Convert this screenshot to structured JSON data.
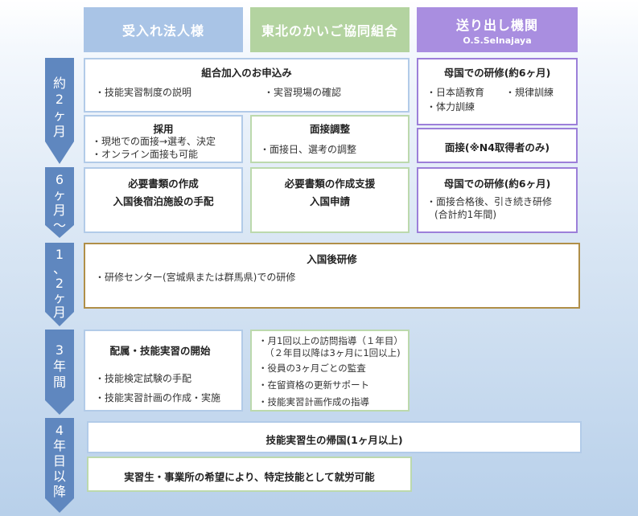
{
  "headers": {
    "receiver": "受入れ法人様",
    "union": "東北のかいご協同組合",
    "sender_title": "送り出し機関",
    "sender_sub": "O.S.Selnajaya"
  },
  "periods": [
    {
      "chars": [
        "約",
        "2",
        "ヶ",
        "月"
      ]
    },
    {
      "chars": [
        "6",
        "ヶ",
        "月",
        "〜"
      ]
    },
    {
      "chars": [
        "1",
        "、",
        "2",
        "ヶ",
        "月"
      ]
    },
    {
      "chars": [
        "3",
        "年",
        "間"
      ]
    },
    {
      "chars": [
        "4",
        "年",
        "目",
        "以",
        "降"
      ]
    }
  ],
  "row1": {
    "union_apply": {
      "title": "組合加入のお申込み",
      "item1": "・技能実習制度の説明",
      "item2": "・実習現場の確認"
    },
    "home_training": {
      "title": "母国での研修(約6ヶ月)",
      "item1": "・日本語教育",
      "item2": "・規律訓練",
      "item3": "・体力訓練"
    },
    "hiring": {
      "title": "採用",
      "item1": "・現地での面接→選考、決定",
      "item2": "・オンライン面接も可能"
    },
    "interview_adjust": {
      "title": "面接調整",
      "item1": "・面接日、選考の調整"
    },
    "interview": {
      "title": "面接(※N4取得者のみ)"
    }
  },
  "row2": {
    "docs": {
      "title": "必要書類の作成",
      "line2": "入国後宿泊施設の手配"
    },
    "docs_support": {
      "title": "必要書類の作成支援",
      "line2": "入国申請"
    },
    "home_training2": {
      "title": "母国での研修(約6ヶ月)",
      "item1": "・面接合格後、引き続き研修",
      "item2": "(合計約1年間)"
    }
  },
  "row3": {
    "post_entry": {
      "title": "入国後研修",
      "item1": "・研修センター(宮城県または群馬県)での研修"
    }
  },
  "row4": {
    "assignment": {
      "title": "配属・技能実習の開始",
      "item1": "・技能検定試験の手配",
      "item2": "・技能実習計画の作成・実施"
    },
    "guidance": {
      "item1a": "・月1回以上の訪問指導（１年目）",
      "item1b": "（２年目以降は3ヶ月に1回以上)",
      "item2": "・役員の3ヶ月ごとの監査",
      "item3": "・在留資格の更新サポート",
      "item4": "・技能実習計画作成の指導"
    }
  },
  "row5": {
    "return": {
      "title": "技能実習生の帰国(1ヶ月以上)"
    },
    "specified": {
      "title": "実習生・事業所の希望により、特定技能として就労可能"
    }
  },
  "colors": {
    "receiver": "#a9c4e6",
    "union": "#b3d3a0",
    "sender": "#a98ee0",
    "arrow": "#5f87bf"
  }
}
